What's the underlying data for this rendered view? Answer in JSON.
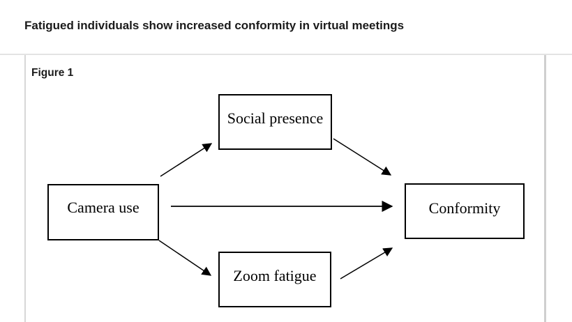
{
  "header": {
    "title": "Fatigued individuals show increased conformity in virtual meetings"
  },
  "figure": {
    "label": "Figure 1",
    "type": "path-diagram",
    "nodes": {
      "camera_use": {
        "label": "Camera use"
      },
      "social_presence": {
        "label": "Social presence"
      },
      "zoom_fatigue": {
        "label": "Zoom fatigue"
      },
      "conformity": {
        "label": "Conformity"
      }
    },
    "edges": [
      {
        "from": "Camera use",
        "to": "Social presence"
      },
      {
        "from": "Camera use",
        "to": "Conformity"
      },
      {
        "from": "Camera use",
        "to": "Zoom fatigue"
      },
      {
        "from": "Social presence",
        "to": "Conformity"
      },
      {
        "from": "Zoom fatigue",
        "to": "Conformity"
      }
    ]
  },
  "colors": {
    "title_text": "#1b1b1b",
    "node_border": "#000000",
    "arrow": "#000000",
    "card_border": "#cfcfcf",
    "divider": "#e3e3e3",
    "background": "#ffffff"
  }
}
